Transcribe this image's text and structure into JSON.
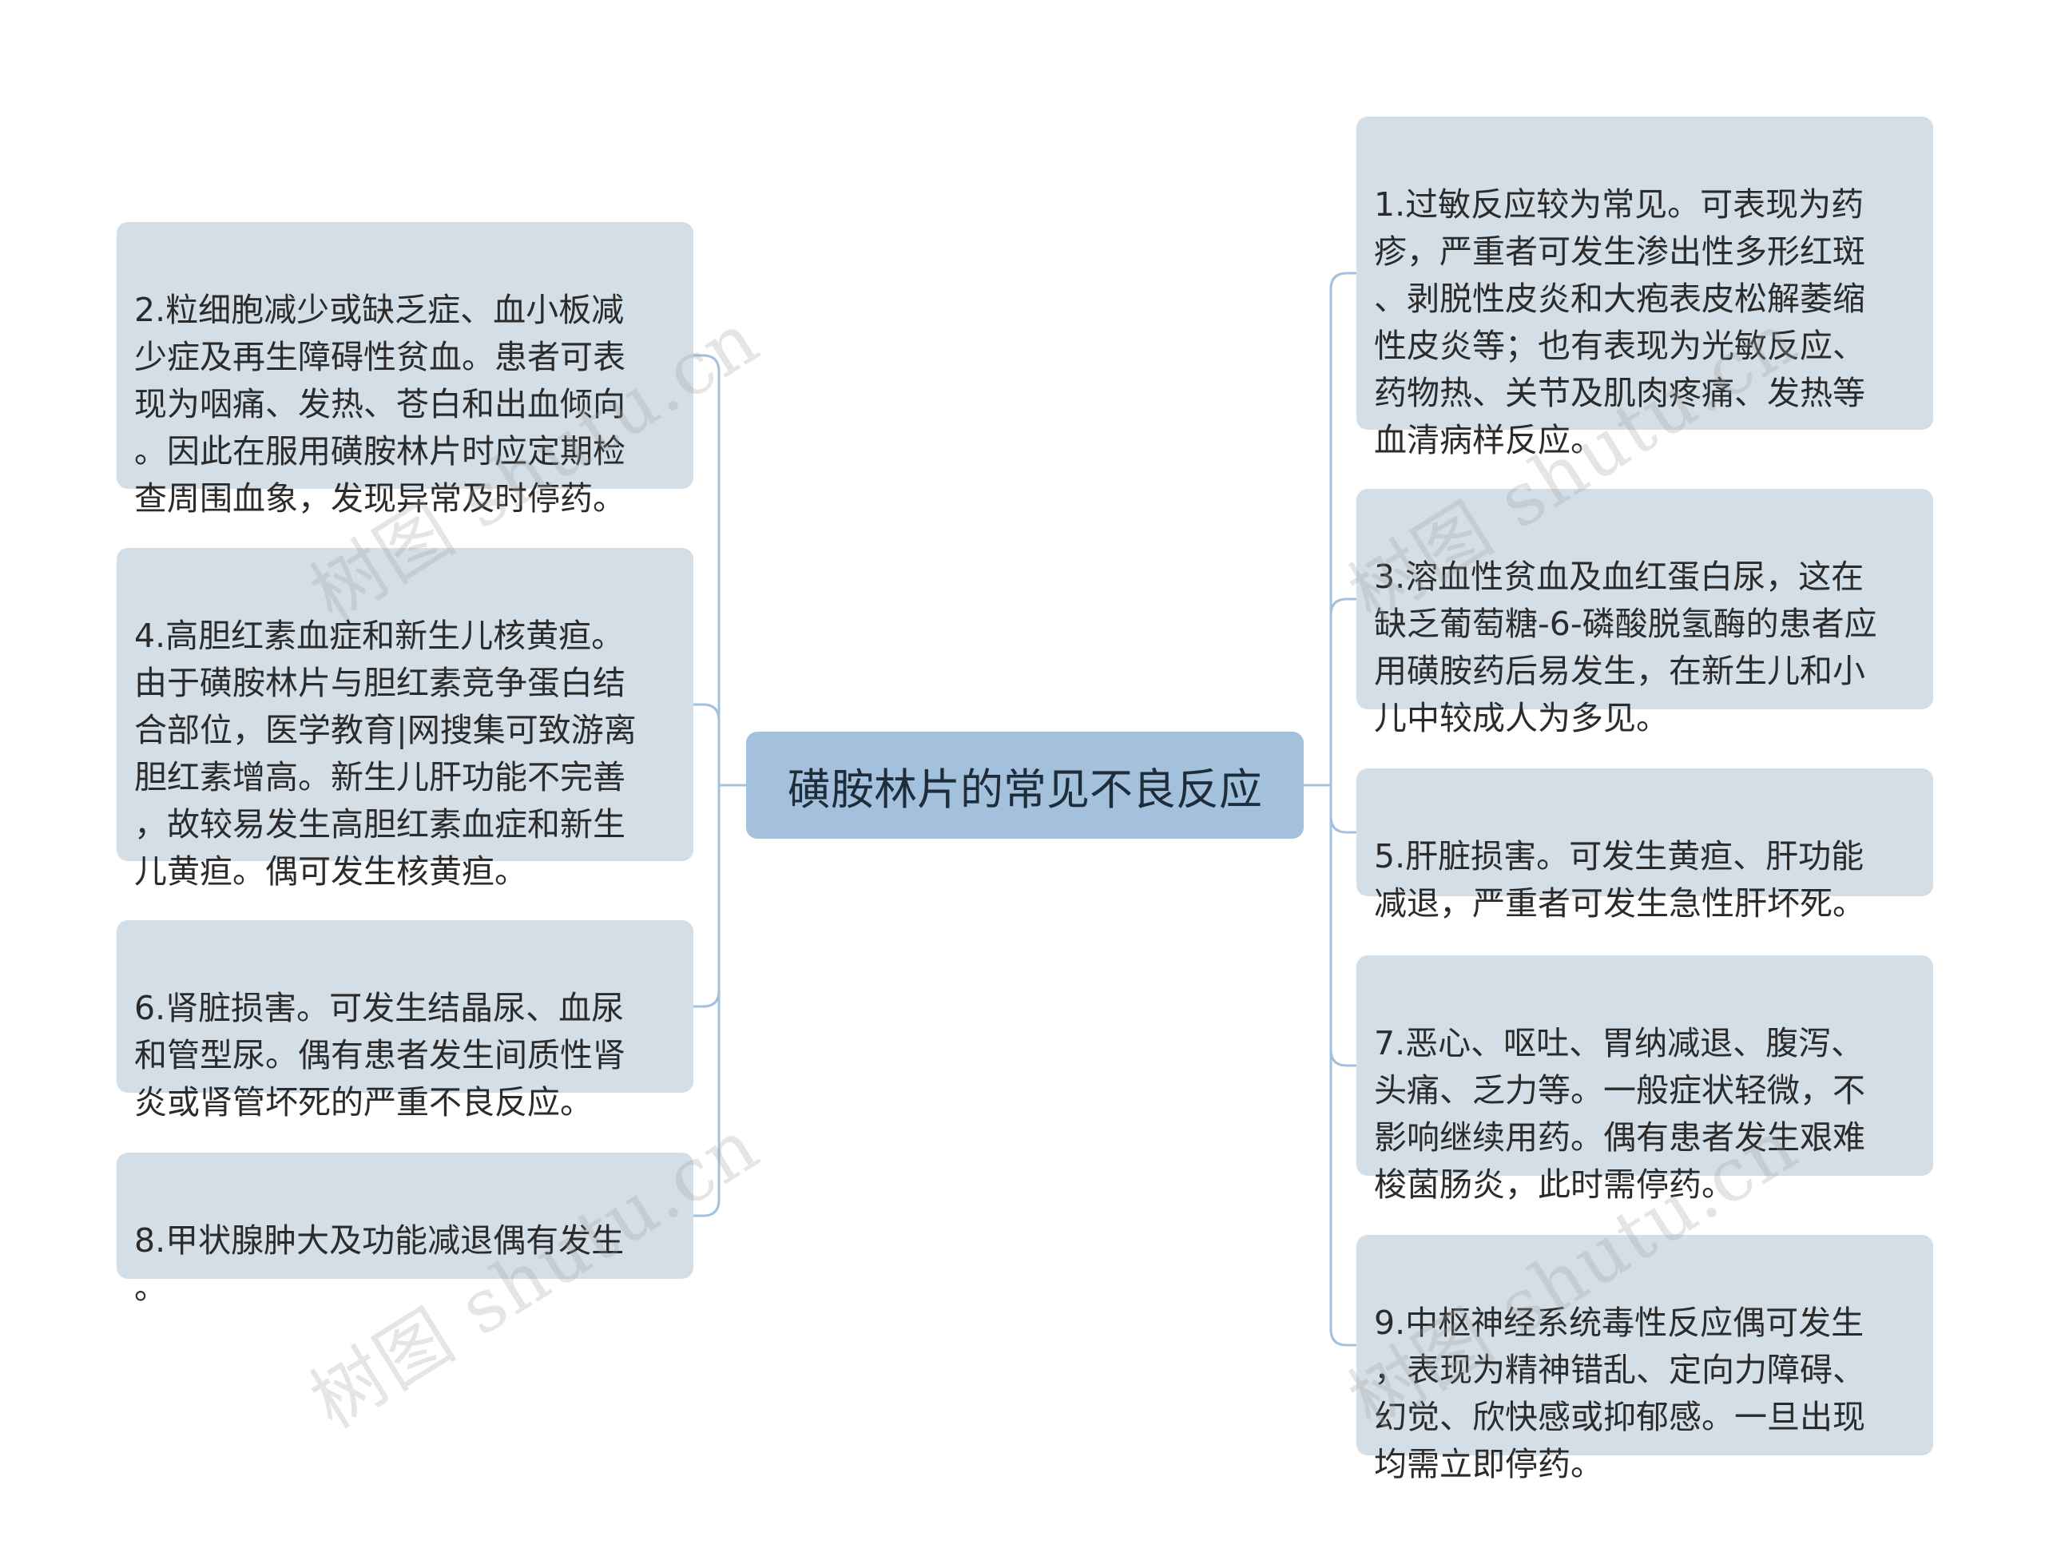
{
  "colors": {
    "root_fill": "#a3c0dc",
    "node_fill": "#d3dee7",
    "connector": "#a3c0dc",
    "text": "#2b2b2b"
  },
  "root": {
    "label": "磺胺林片的常见不良反应"
  },
  "left_branches": [
    {
      "text": "2.粒细胞减少或缺乏症、血小板减\n少症及再生障碍性贫血。患者可表\n现为咽痛、发热、苍白和出血倾向\n。因此在服用磺胺林片时应定期检\n查周围血象，发现异常及时停药。"
    },
    {
      "text": "4.高胆红素血症和新生儿核黄疸。\n由于磺胺林片与胆红素竞争蛋白结\n合部位，医学教育|网搜集可致游离\n胆红素增高。新生儿肝功能不完善\n，故较易发生高胆红素血症和新生\n儿黄疸。偶可发生核黄疸。"
    },
    {
      "text": "6.肾脏损害。可发生结晶尿、血尿\n和管型尿。偶有患者发生间质性肾\n炎或肾管坏死的严重不良反应。"
    },
    {
      "text": "8.甲状腺肿大及功能减退偶有发生\n。"
    }
  ],
  "right_branches": [
    {
      "text": "1.过敏反应较为常见。可表现为药\n疹，严重者可发生渗出性多形红斑\n、剥脱性皮炎和大疱表皮松解萎缩\n性皮炎等；也有表现为光敏反应、\n药物热、关节及肌肉疼痛、发热等\n血清病样反应。"
    },
    {
      "text": "3.溶血性贫血及血红蛋白尿，这在\n缺乏葡萄糖-6-磷酸脱氢酶的患者应\n用磺胺药后易发生，在新生儿和小\n儿中较成人为多见。"
    },
    {
      "text": "5.肝脏损害。可发生黄疸、肝功能\n减退，严重者可发生急性肝坏死。"
    },
    {
      "text": "7.恶心、呕吐、胃纳减退、腹泻、\n头痛、乏力等。一般症状轻微，不\n影响继续用药。偶有患者发生艰难\n梭菌肠炎，此时需停药。"
    },
    {
      "text": "9.中枢神经系统毒性反应偶可发生\n，表现为精神错乱、定向力障碍、\n幻觉、欣快感或抑郁感。一旦出现\n均需立即停药。"
    }
  ],
  "watermarks": [
    {
      "text": "树图 shutu.cn"
    },
    {
      "text": "树图 shutu.cn"
    },
    {
      "text": "树图 shutu.cn"
    },
    {
      "text": "树图 shutu.cn"
    }
  ]
}
